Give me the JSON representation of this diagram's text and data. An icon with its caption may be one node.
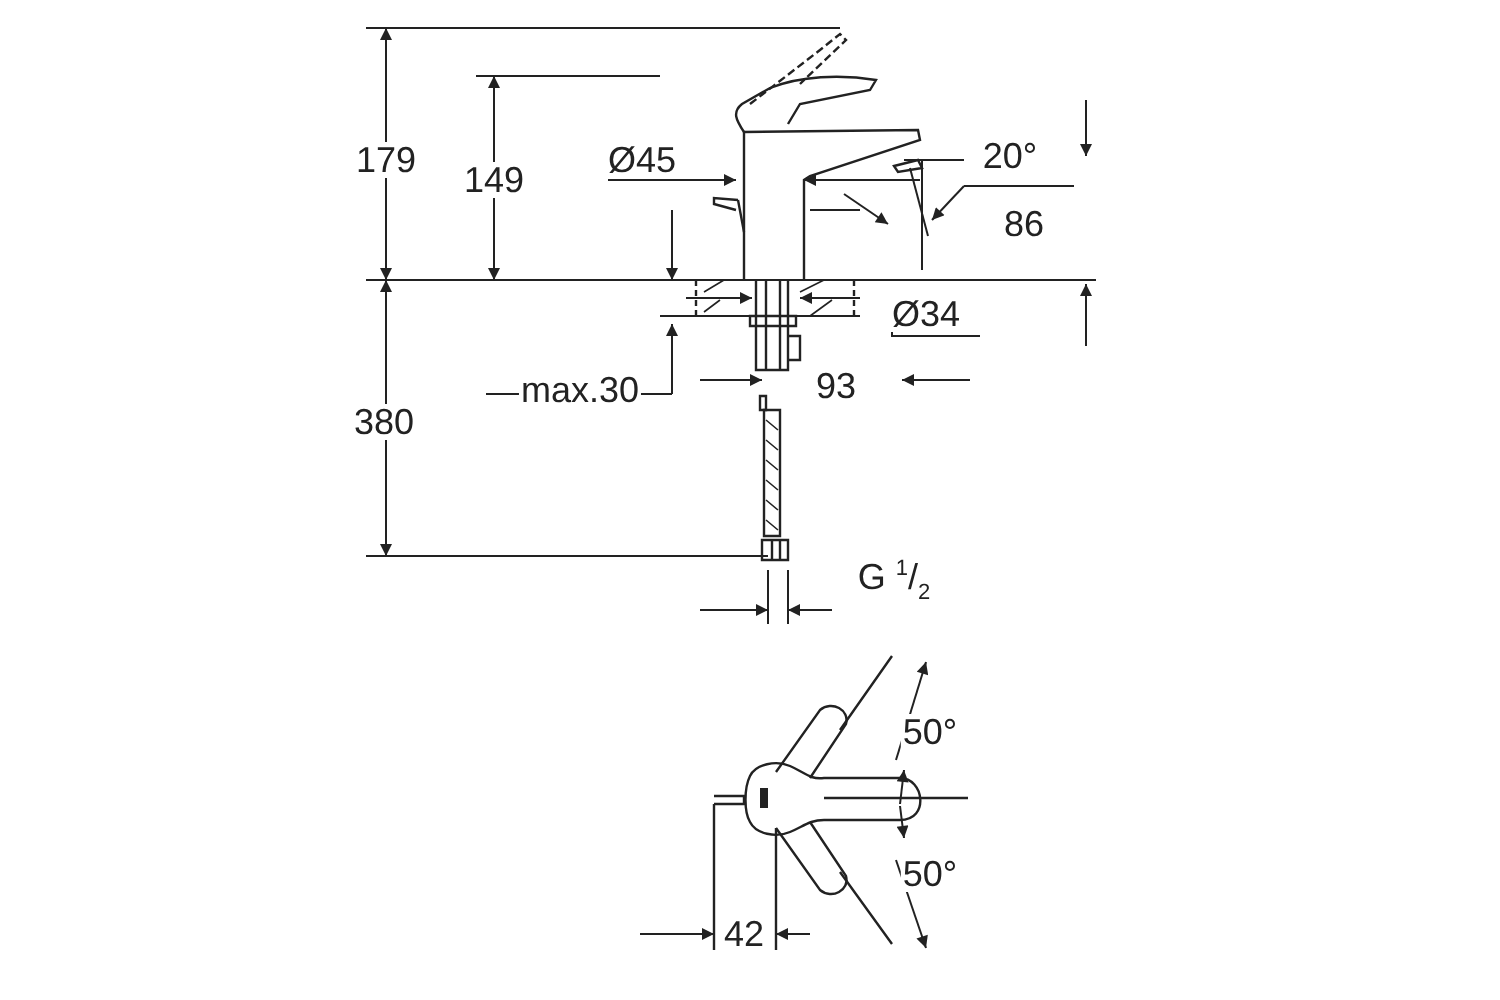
{
  "diagram": {
    "labels": [
      "179",
      "149",
      "Ø45",
      "20°",
      "86",
      "Ø34",
      "max.30",
      "93",
      "380",
      "G $^{1}$/$_{2}$",
      "50°",
      "50°",
      "42"
    ]
  }
}
